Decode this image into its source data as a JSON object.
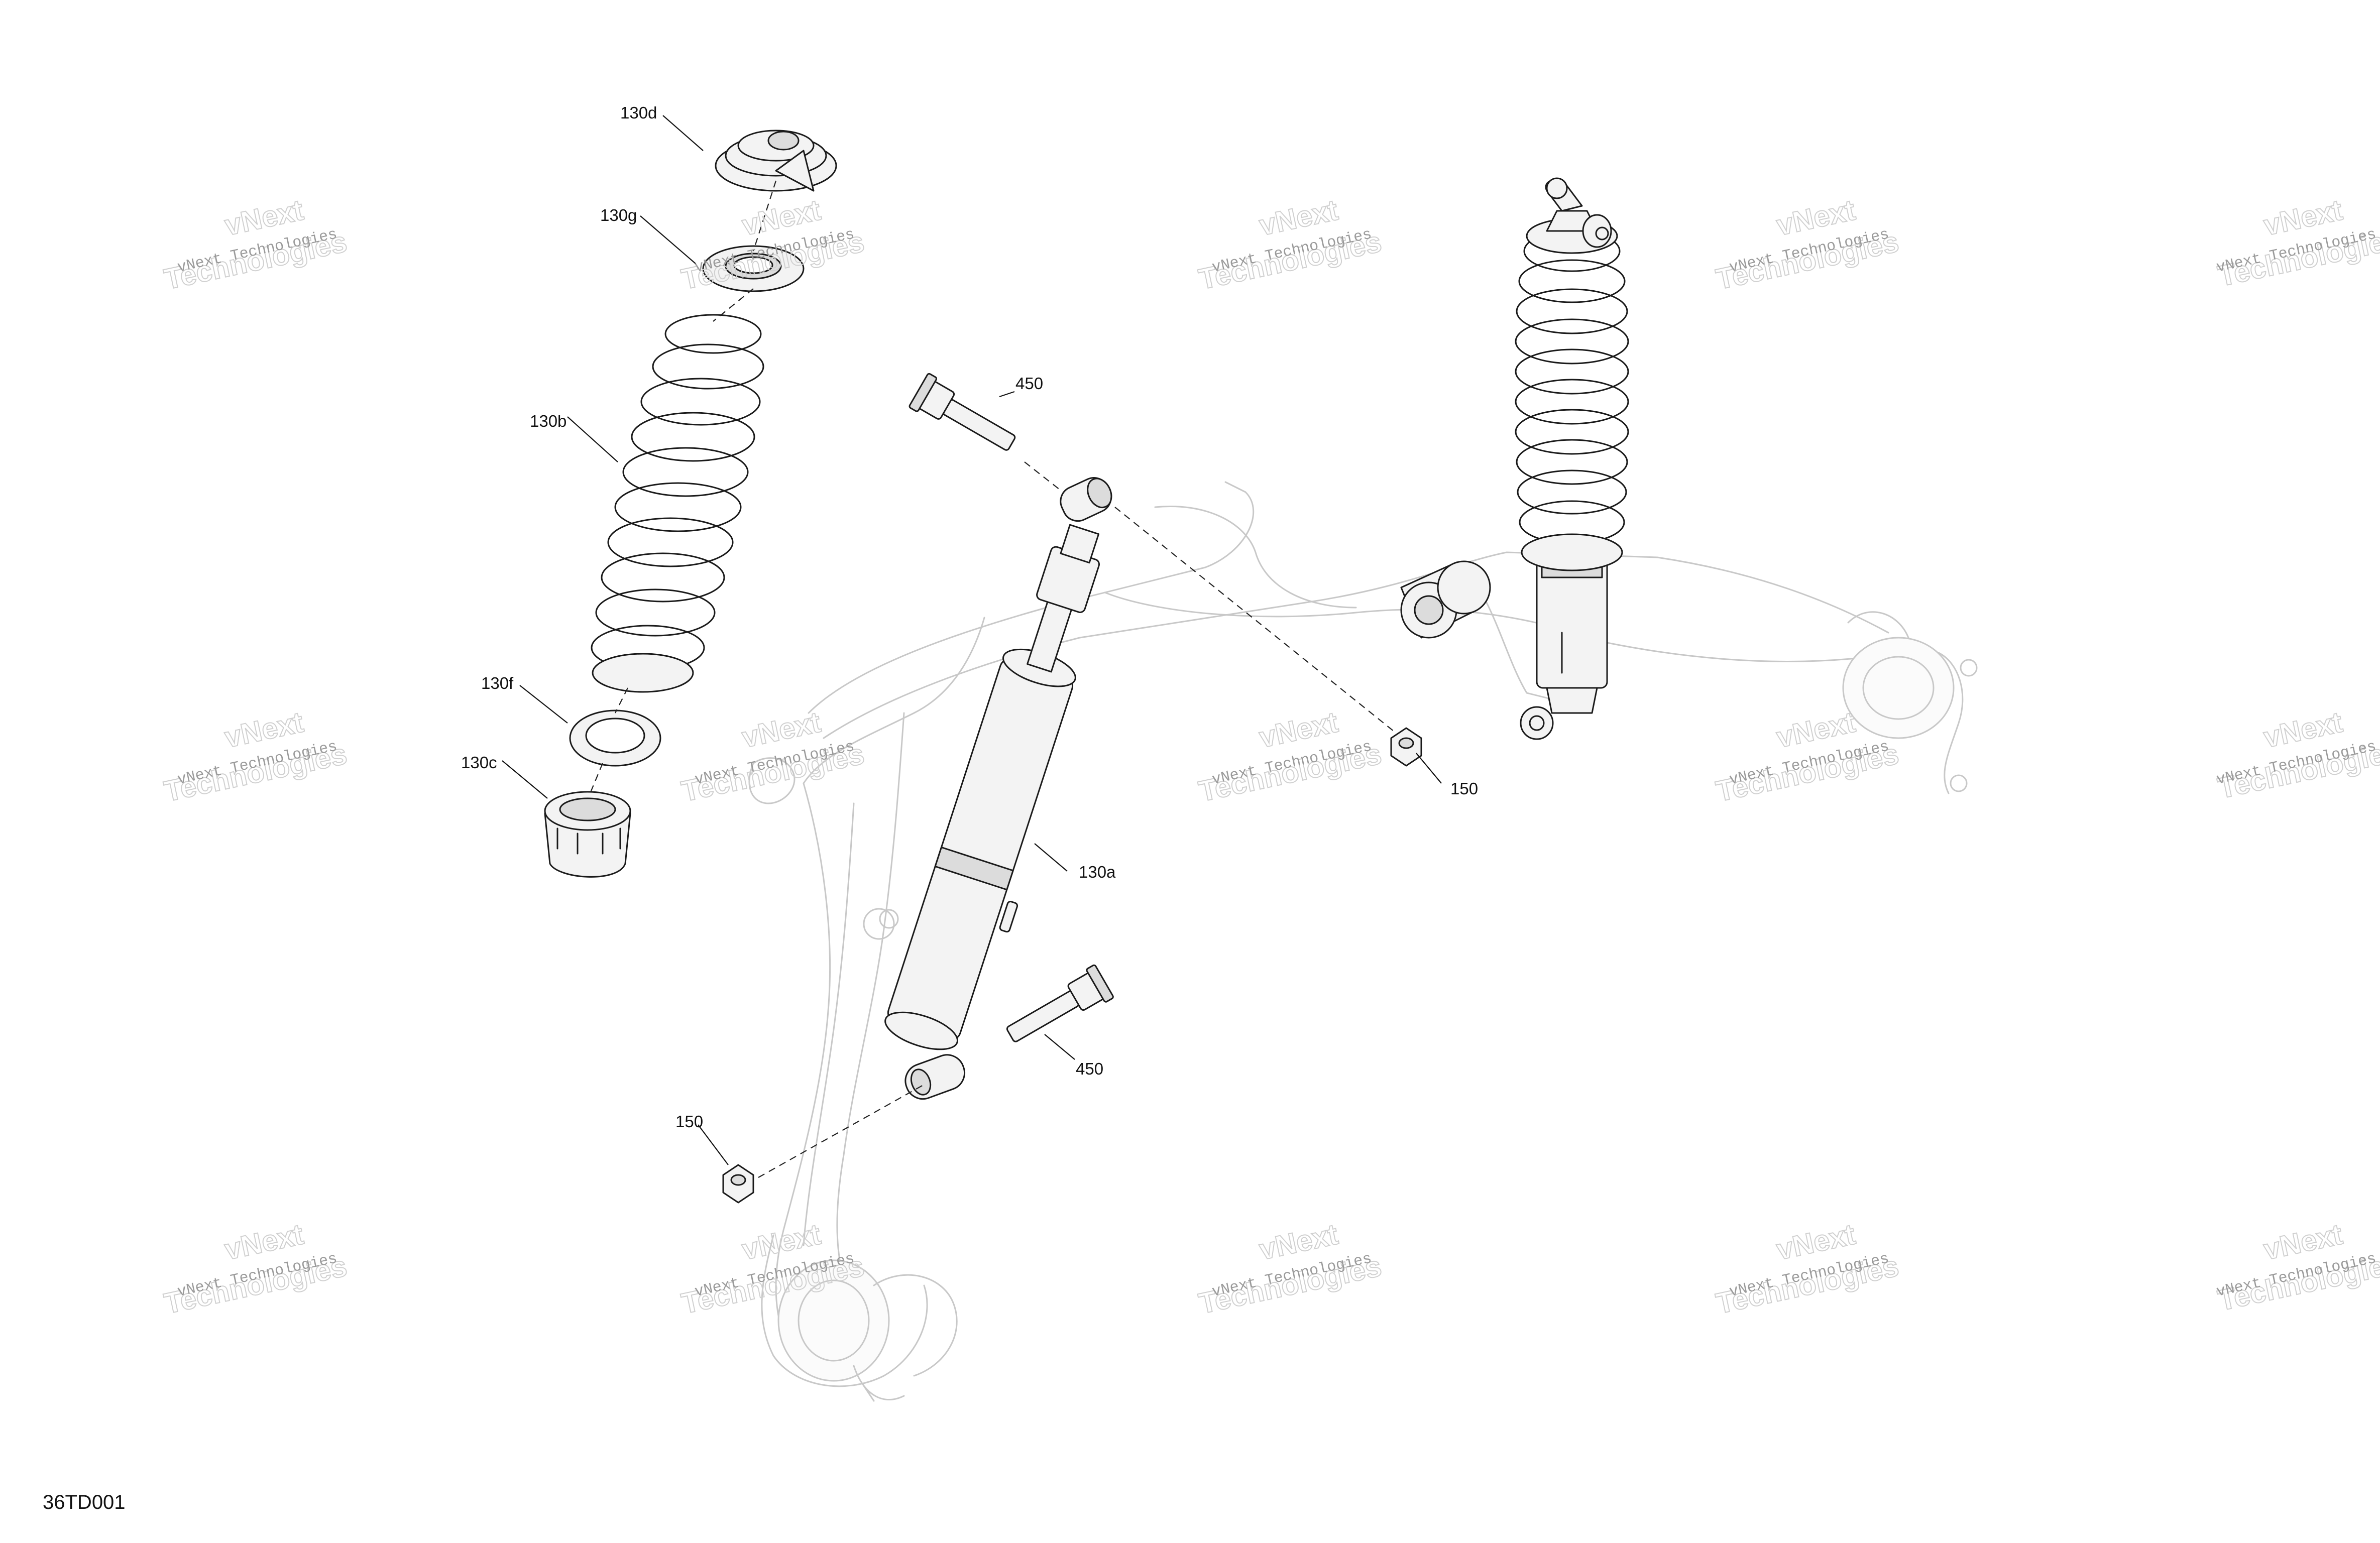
{
  "diagram_id": "36TD001",
  "watermark": {
    "line1": "vNext Technologies",
    "line2": "Technologies",
    "line3": "vNext"
  },
  "callouts": {
    "c_130d": "130d",
    "c_130g": "130g",
    "c_130b": "130b",
    "c_130f": "130f",
    "c_130c": "130c",
    "c_130a": "130a",
    "c_450_top": "450",
    "c_450_bottom": "450",
    "c_150_right": "150",
    "c_150_left": "150"
  }
}
